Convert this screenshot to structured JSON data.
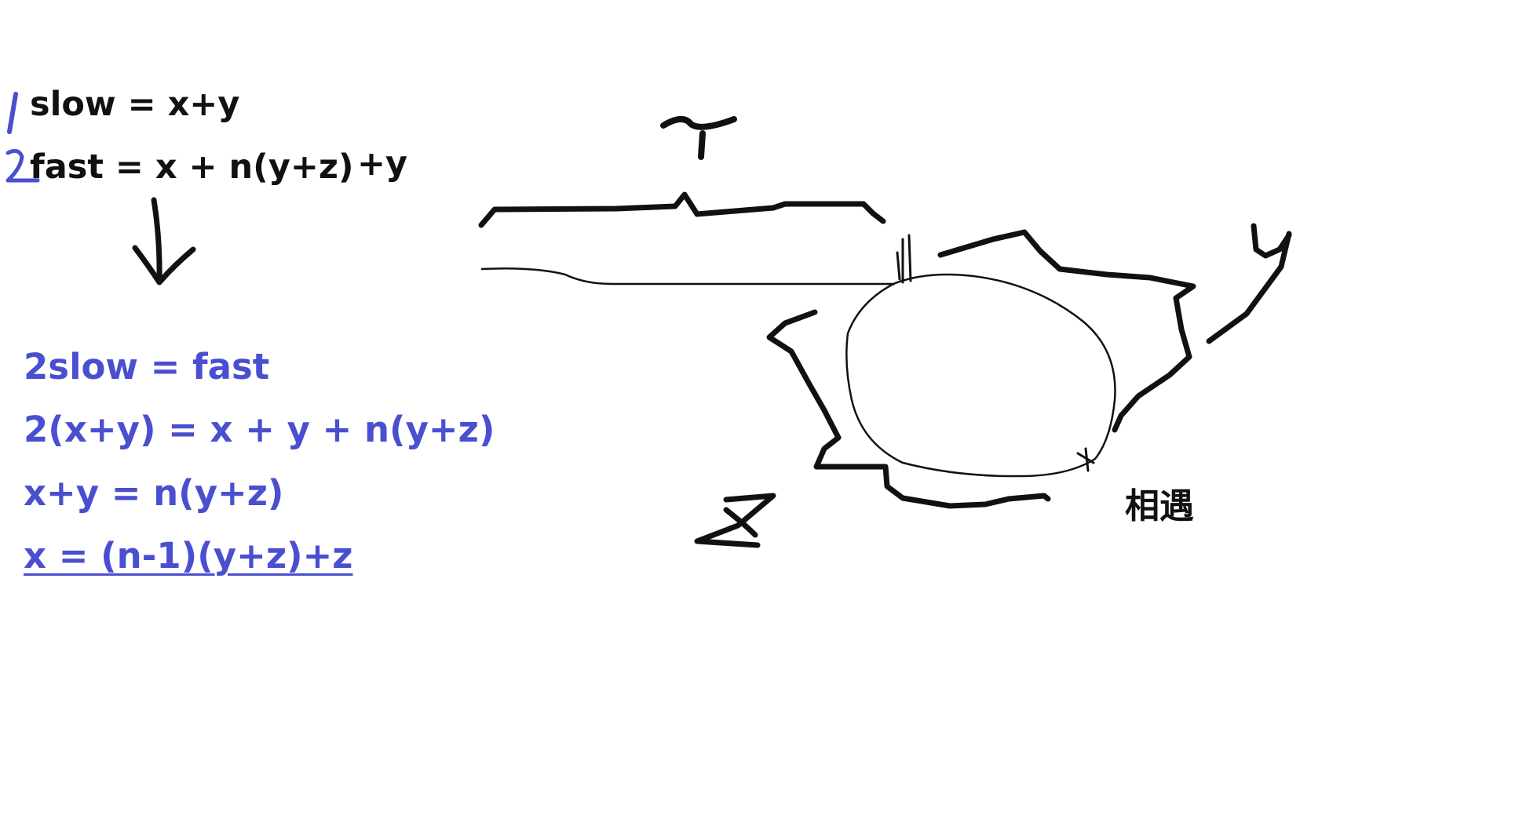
{
  "equations": {
    "slow": "slow = x+y",
    "fast": "fast = x + n(y+z)",
    "fast_tail": "+y",
    "step1": "2slow = fast",
    "step2": "2(x+y)  = x + y + n(y+z)",
    "step3": "x+y = n(y+z)",
    "result": "x = (n-1)(y+z)+z"
  },
  "labels": {
    "meet": "相遇"
  },
  "colors": {
    "ink": "#111111",
    "derivation_blue": "#4a4fd0"
  }
}
